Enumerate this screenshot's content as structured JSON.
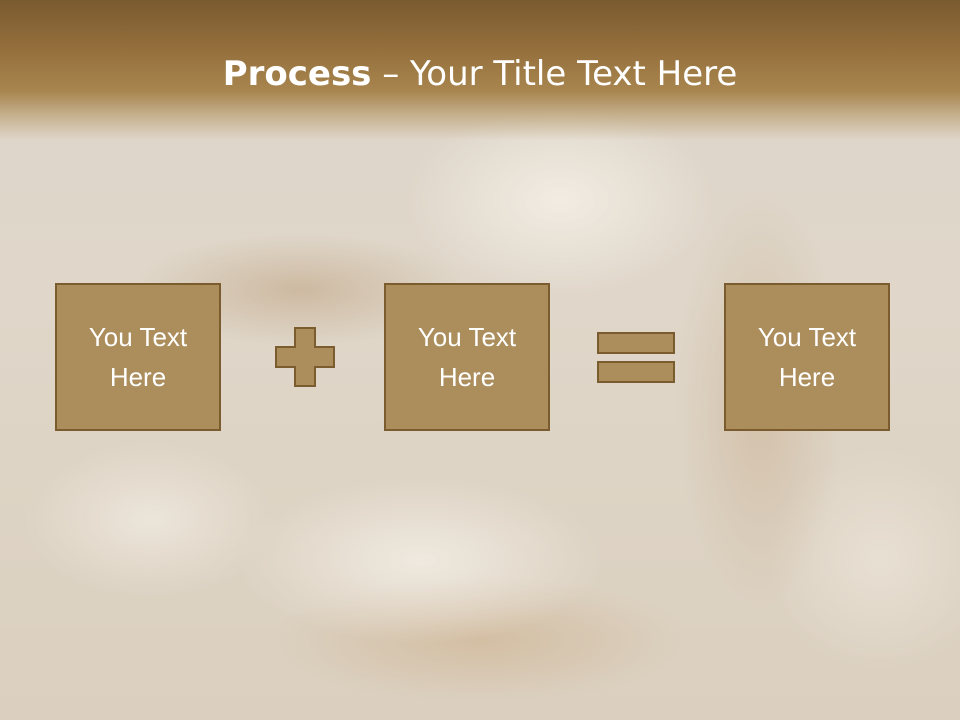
{
  "slide": {
    "title_bold": "Process",
    "title_rest": " – Your Title Text Here"
  },
  "process": {
    "boxes": [
      {
        "label": "You Text Here"
      },
      {
        "label": "You Text Here"
      },
      {
        "label": "You Text Here"
      }
    ],
    "operators": [
      "plus-icon",
      "equals-icon"
    ]
  },
  "colors": {
    "accent": "#ac8d5c",
    "accent_border": "#7a5c2e",
    "title_bar": "#946f3c",
    "text": "#ffffff"
  }
}
